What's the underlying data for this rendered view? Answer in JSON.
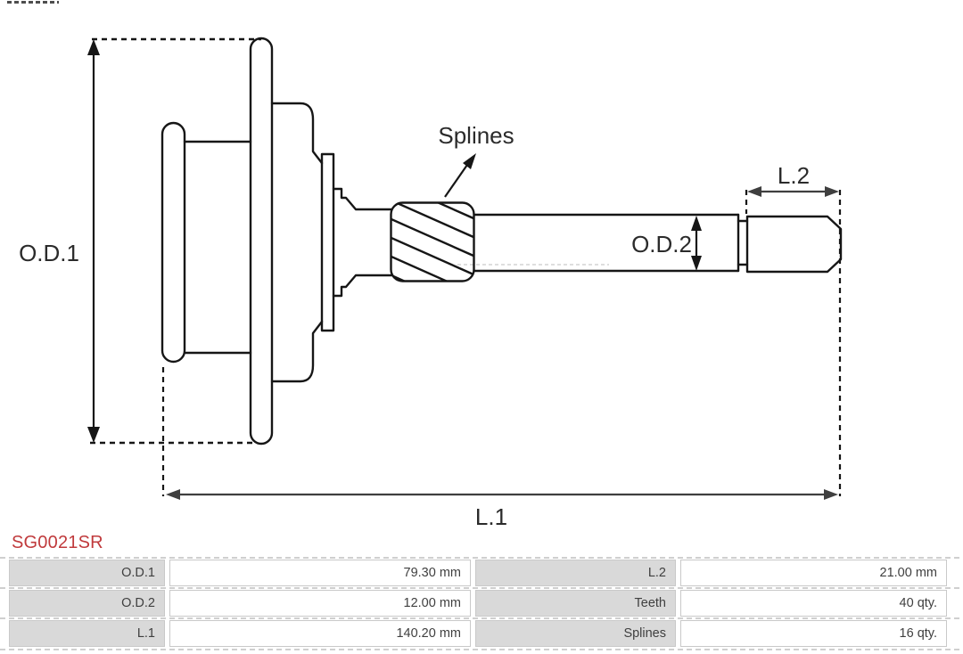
{
  "part_number": "SG0021SR",
  "colors": {
    "part_number_red": "#c03a3c",
    "diagram_stroke": "#161616",
    "dimension_gray": "#3f3f3f",
    "table_label_bg": "#d9d9d9",
    "table_border": "#c9c9c9",
    "watermark_gray": "#cfcfcf"
  },
  "diagram": {
    "labels": {
      "od1": "O.D.1",
      "od2": "O.D.2",
      "l1": "L.1",
      "l2": "L.2",
      "splines": "Splines"
    }
  },
  "spec_table": {
    "rows": [
      [
        {
          "label": "O.D.1",
          "value": "79.30 mm"
        },
        {
          "label": "L.2",
          "value": "21.00 mm"
        }
      ],
      [
        {
          "label": "O.D.2",
          "value": "12.00 mm"
        },
        {
          "label": "Teeth",
          "value": "40 qty."
        }
      ],
      [
        {
          "label": "L.1",
          "value": "140.20 mm"
        },
        {
          "label": "Splines",
          "value": "16 qty."
        }
      ]
    ]
  }
}
